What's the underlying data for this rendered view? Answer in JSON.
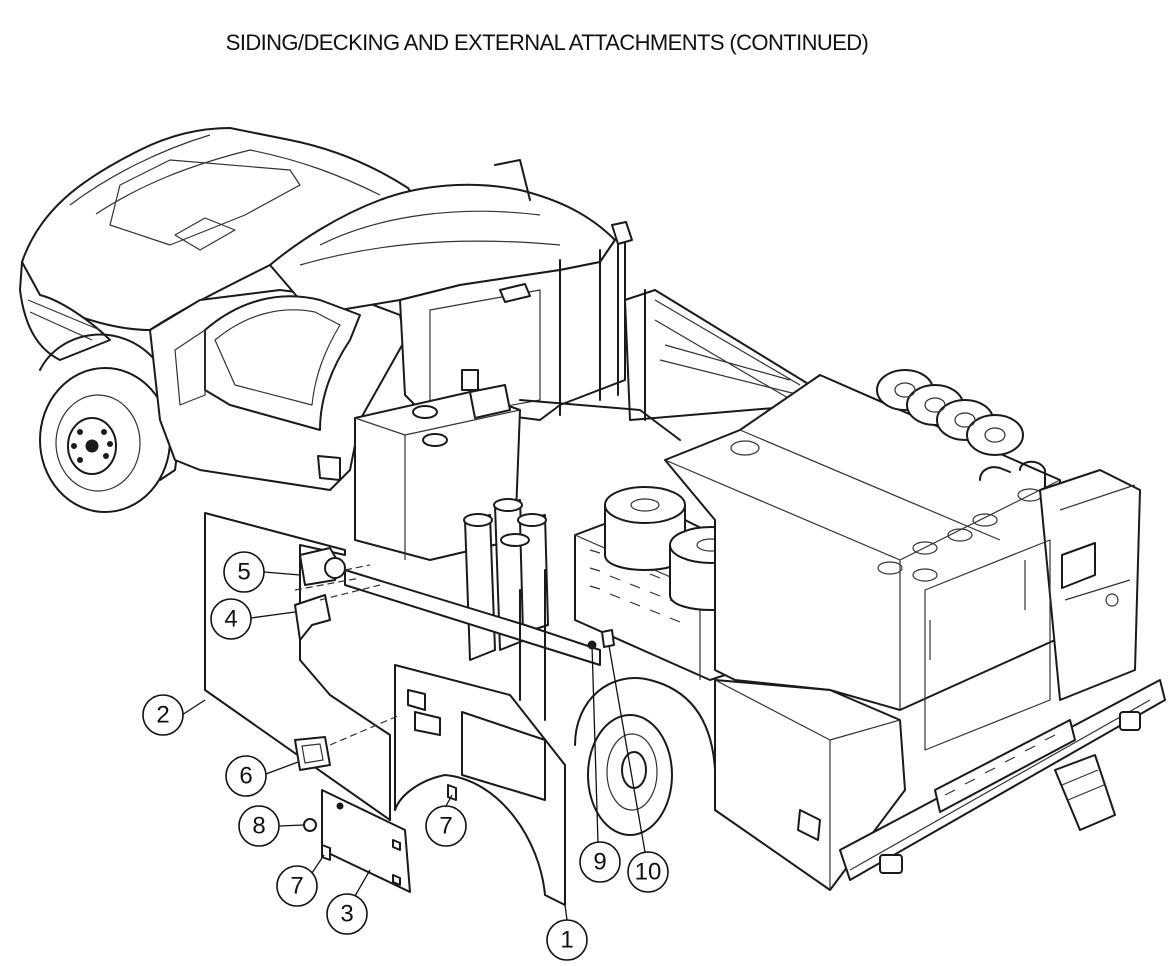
{
  "title": "SIDING/DECKING AND EXTERNAL ATTACHMENTS (CONTINUED)",
  "callouts": [
    {
      "id": "callout-1",
      "label": "1"
    },
    {
      "id": "callout-2",
      "label": "2"
    },
    {
      "id": "callout-3",
      "label": "3"
    },
    {
      "id": "callout-4",
      "label": "4"
    },
    {
      "id": "callout-5",
      "label": "5"
    },
    {
      "id": "callout-6",
      "label": "6"
    },
    {
      "id": "callout-7a",
      "label": "7"
    },
    {
      "id": "callout-7b",
      "label": "7"
    },
    {
      "id": "callout-8",
      "label": "8"
    },
    {
      "id": "callout-9",
      "label": "9"
    },
    {
      "id": "callout-10",
      "label": "10"
    }
  ]
}
